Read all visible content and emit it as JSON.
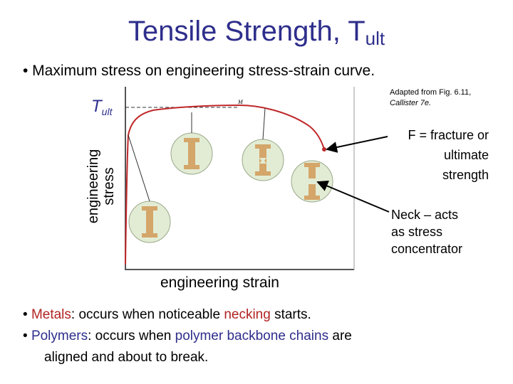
{
  "slide": {
    "title": {
      "main": "Tensile Strength, T",
      "sub": "ult"
    },
    "bullet_top": "• Maximum stress on engineering stress-strain curve.",
    "tult_label": {
      "main": "T",
      "sub": "ult"
    },
    "source_note": {
      "line1": "Adapted from Fig. 6.11,",
      "line2": "Callister 7e."
    },
    "y_axis_label": {
      "line1": "engineering",
      "line2": "stress"
    },
    "x_axis_label": "engineering strain",
    "point_label_M": "M",
    "annotation_fracture": {
      "line1": "F = fracture or",
      "line2": "ultimate",
      "line3": "strength"
    },
    "annotation_neck": {
      "line1": "Neck – acts",
      "line2": "as stress",
      "line3": "concentrator"
    },
    "bottom_bullets": {
      "metals": {
        "bullet": "•",
        "term": "Metals",
        "rest1": ":  occurs when noticeable ",
        "term2": "necking",
        "rest2": " starts."
      },
      "polymers": {
        "bullet": "•",
        "term": "Polymers",
        "rest1": ":  occurs when ",
        "term2": "polymer backbone chains",
        "rest2": " are",
        "line2": "aligned and about to break."
      }
    },
    "colors": {
      "title": "#2e2e8c",
      "curve": "#c0282a",
      "circle_fill": "#e2ecd4",
      "specimen": "#d4a66a",
      "highlight_red": "#b22222",
      "highlight_blue": "#2e2e8c"
    },
    "icons": [
      "specimen-circle-icon"
    ]
  }
}
